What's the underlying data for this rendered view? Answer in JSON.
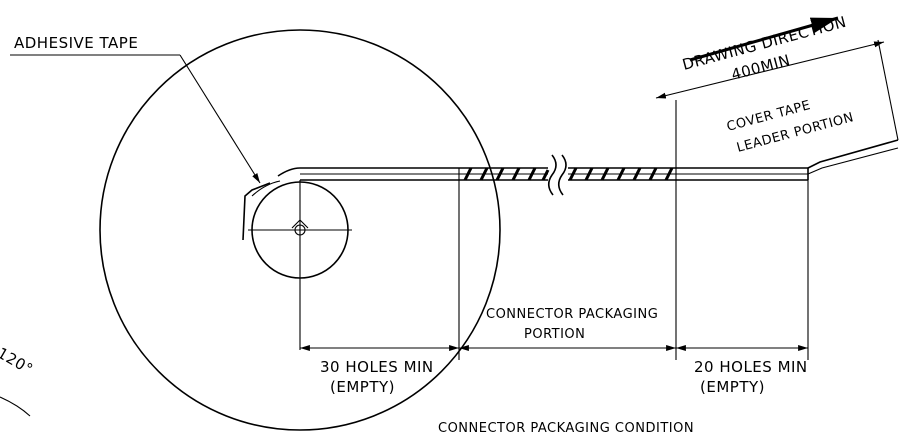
{
  "labels": {
    "adhesive_tape": "ADHESIVE TAPE",
    "drawing_direction": "DRAWING DIRECTION",
    "length_400min": "400MIN",
    "cover_tape_1": "COVER TAPE",
    "cover_tape_2": "LEADER PORTION",
    "packaging_portion_1": "CONNECTOR PACKAGING",
    "packaging_portion_2": "PORTION",
    "holes_30": "30 HOLES MIN",
    "empty_left": "(EMPTY)",
    "holes_20": "20 HOLES MIN",
    "empty_right": "(EMPTY)",
    "angle": "120°",
    "caption": "CONNECTOR PACKAGING CONDITION"
  },
  "colors": {
    "line": "#000000",
    "background": "#ffffff"
  }
}
